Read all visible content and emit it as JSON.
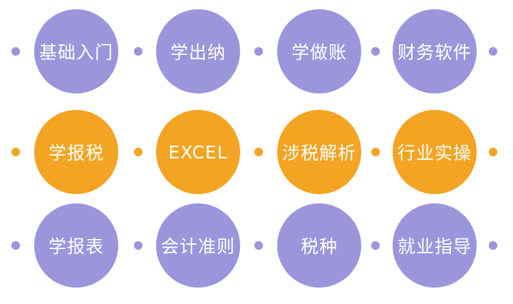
{
  "colors": {
    "purple": "#9b95dc",
    "orange": "#f2a422",
    "background": "#ffffff"
  },
  "rows": [
    {
      "color": "purple",
      "items": [
        {
          "label": "基础入门"
        },
        {
          "label": "学出纳"
        },
        {
          "label": "学做账"
        },
        {
          "label": "财务软件"
        }
      ]
    },
    {
      "color": "orange",
      "items": [
        {
          "label": "学报税"
        },
        {
          "label": "EXCEL"
        },
        {
          "label": "涉税解析"
        },
        {
          "label": "行业实操"
        }
      ]
    },
    {
      "color": "purple",
      "items": [
        {
          "label": "学报表"
        },
        {
          "label": "会计准则"
        },
        {
          "label": "税种"
        },
        {
          "label": "就业指导"
        }
      ]
    }
  ]
}
